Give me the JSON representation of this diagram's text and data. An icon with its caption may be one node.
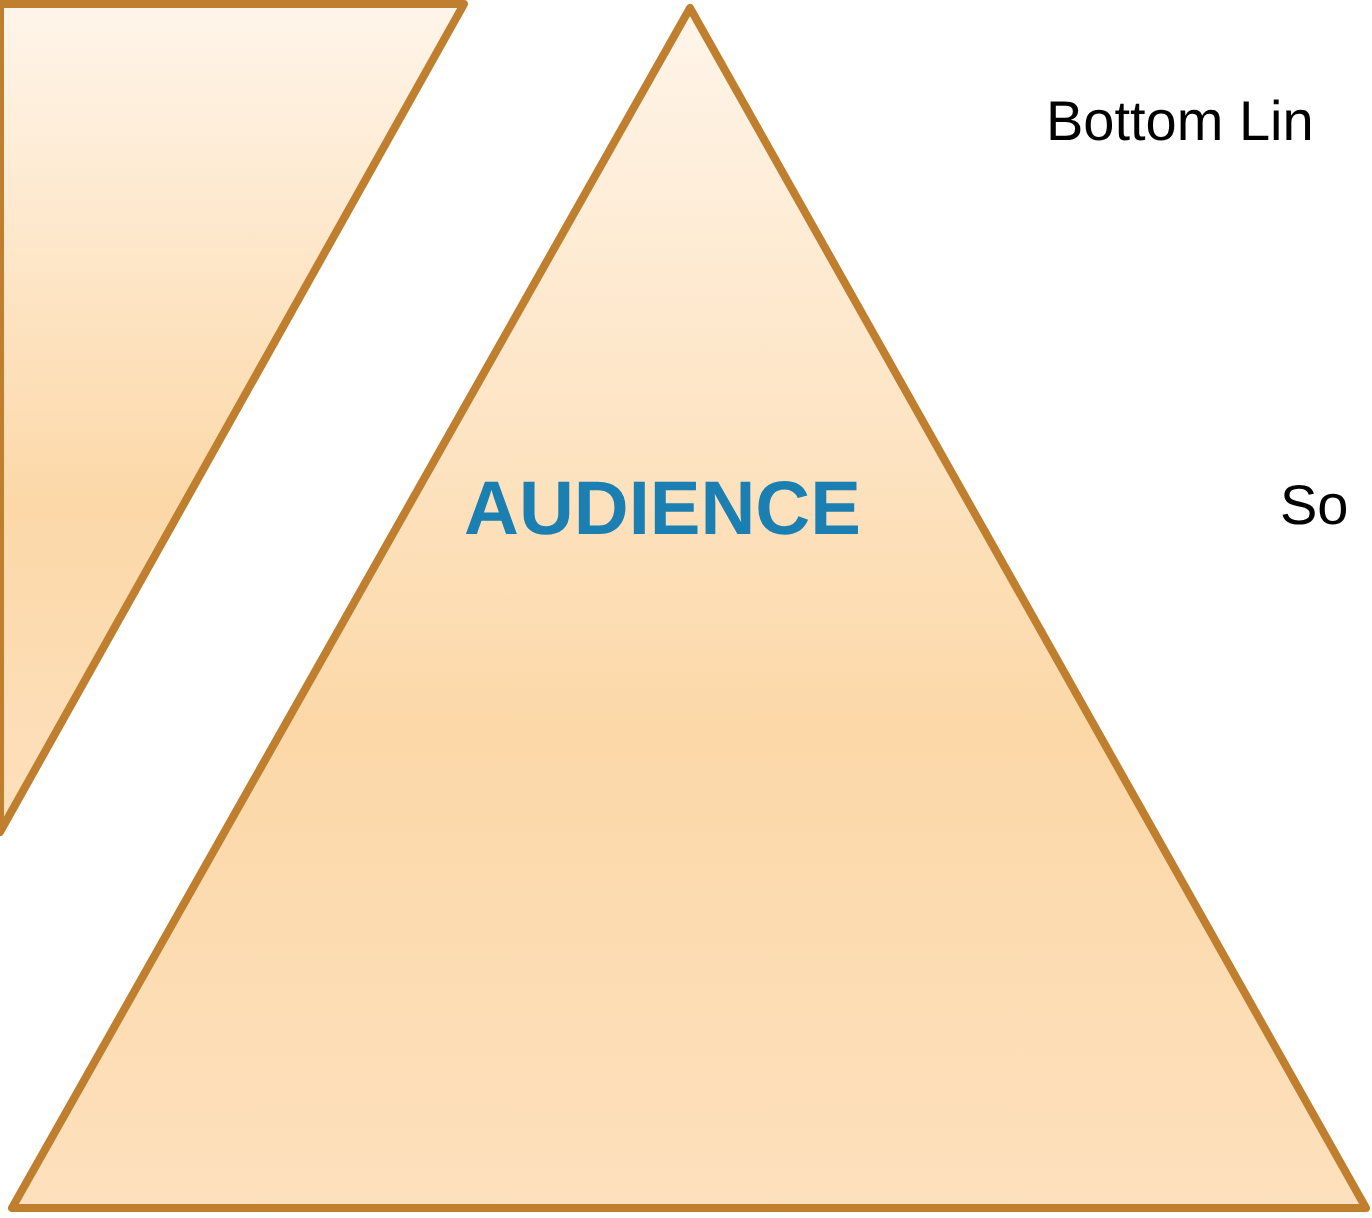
{
  "diagram": {
    "nodes": [
      {
        "text": [],
        "shape": "triangle"
      },
      {
        "text": [
          "AUDIENCE"
        ]
      }
    ],
    "labels": [
      "Bottom Lin",
      "So"
    ]
  }
}
